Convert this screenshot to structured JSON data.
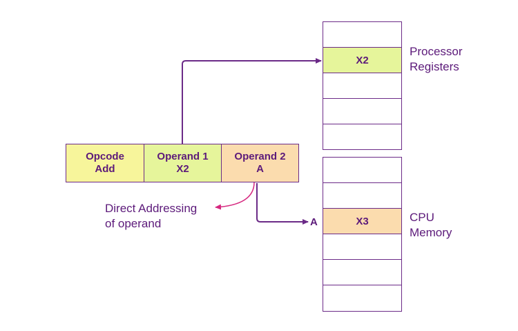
{
  "instruction": {
    "opcode": {
      "title": "Opcode",
      "value": "Add"
    },
    "operand1": {
      "title": "Operand 1",
      "value": "X2"
    },
    "operand2": {
      "title": "Operand 2",
      "value": "A"
    }
  },
  "registers": {
    "label_line1": "Processor",
    "label_line2": "Registers",
    "slots": [
      "",
      "X2",
      "",
      "",
      ""
    ]
  },
  "memory": {
    "label_line1": "CPU",
    "label_line2": "Memory",
    "slots": [
      "",
      "",
      "X3",
      "",
      "",
      ""
    ],
    "address_label": "A"
  },
  "annotation": {
    "line1": "Direct Addressing",
    "line2": "of operand"
  },
  "colors": {
    "stroke": "#6b2a87",
    "text": "#5c1a7a",
    "yellow": "#f7f59b",
    "green": "#e6f59b",
    "peach": "#fbdcae",
    "pink_arrow": "#d6287f"
  }
}
